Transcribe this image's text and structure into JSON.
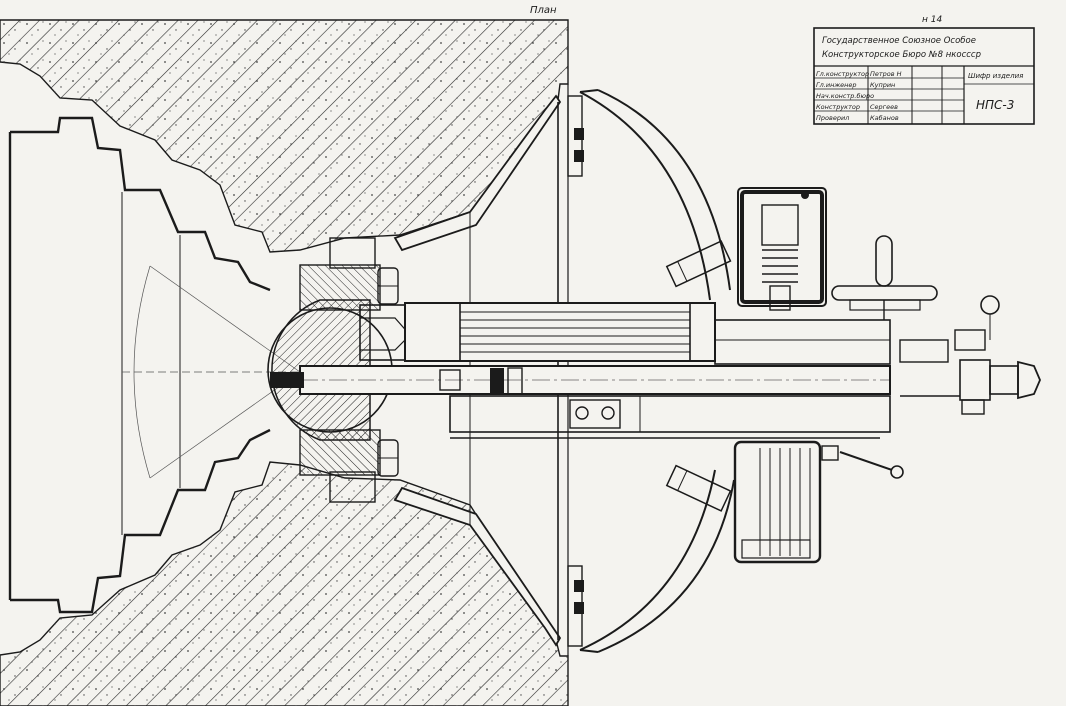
{
  "drawing": {
    "view_label": "План",
    "sheet_number": "н 14",
    "title_block": {
      "org_line1": "Государственное Союзное Особое",
      "org_line2": "Конструкторское Бюро №8 нкоссср",
      "rows": [
        [
          "Гл.конструктор",
          "Петров Н"
        ],
        [
          "Гл.инженер",
          "Куприн"
        ],
        [
          "Нач.констр.бюро",
          ""
        ],
        [
          "Конструктор",
          "Сергеев"
        ],
        [
          "Проверил",
          "Кабанов"
        ]
      ],
      "code_label": "Шифр изделия",
      "designation": "НПС-3"
    }
  }
}
